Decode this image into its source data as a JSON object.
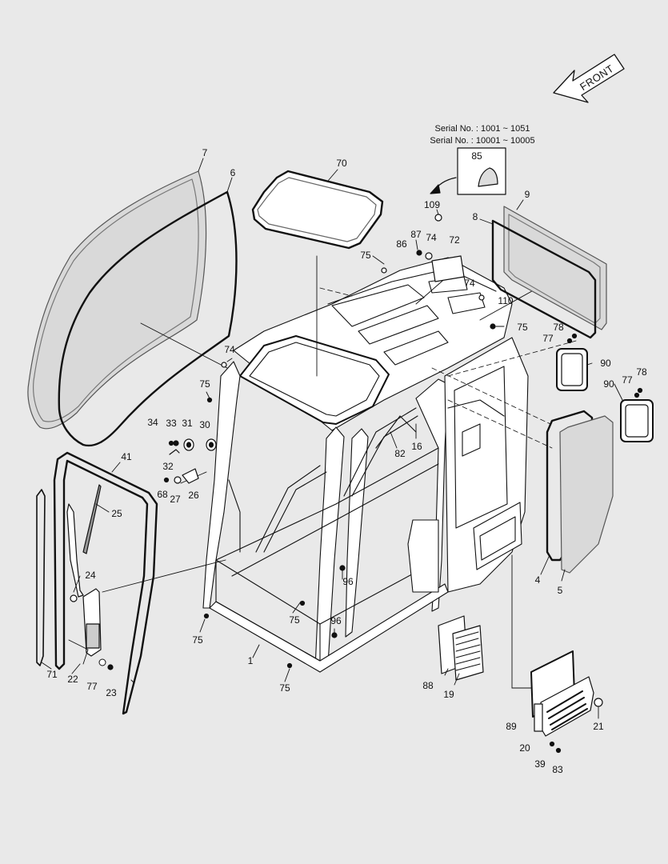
{
  "front_arrow": {
    "label": "FRONT"
  },
  "serial_note": {
    "line1": "Serial No. : 1001 ~ 1051",
    "line2": "Serial No. : 10001 ~ 10005"
  },
  "callouts": [
    {
      "id": "c-7",
      "label": "7"
    },
    {
      "id": "c-6",
      "label": "6"
    },
    {
      "id": "c-70",
      "label": "70"
    },
    {
      "id": "c-85",
      "label": "85"
    },
    {
      "id": "c-9",
      "label": "9"
    },
    {
      "id": "c-8",
      "label": "8"
    },
    {
      "id": "c-109",
      "label": "109"
    },
    {
      "id": "c-87",
      "label": "87"
    },
    {
      "id": "c-74a",
      "label": "74"
    },
    {
      "id": "c-72",
      "label": "72"
    },
    {
      "id": "c-86",
      "label": "86"
    },
    {
      "id": "c-75a",
      "label": "75"
    },
    {
      "id": "c-74b",
      "label": "74"
    },
    {
      "id": "c-110",
      "label": "110"
    },
    {
      "id": "c-75b",
      "label": "75"
    },
    {
      "id": "c-78a",
      "label": "78"
    },
    {
      "id": "c-77a",
      "label": "77"
    },
    {
      "id": "c-74c",
      "label": "74"
    },
    {
      "id": "c-90a",
      "label": "90"
    },
    {
      "id": "c-75c",
      "label": "75"
    },
    {
      "id": "c-90b",
      "label": "90"
    },
    {
      "id": "c-77b",
      "label": "77"
    },
    {
      "id": "c-78b",
      "label": "78"
    },
    {
      "id": "c-34",
      "label": "34"
    },
    {
      "id": "c-33",
      "label": "33"
    },
    {
      "id": "c-31",
      "label": "31"
    },
    {
      "id": "c-30",
      "label": "30"
    },
    {
      "id": "c-16",
      "label": "16"
    },
    {
      "id": "c-82",
      "label": "82"
    },
    {
      "id": "c-32",
      "label": "32"
    },
    {
      "id": "c-41",
      "label": "41"
    },
    {
      "id": "c-68",
      "label": "68"
    },
    {
      "id": "c-27",
      "label": "27"
    },
    {
      "id": "c-26",
      "label": "26"
    },
    {
      "id": "c-25",
      "label": "25"
    },
    {
      "id": "c-4",
      "label": "4"
    },
    {
      "id": "c-5",
      "label": "5"
    },
    {
      "id": "c-96a",
      "label": "96"
    },
    {
      "id": "c-24",
      "label": "24"
    },
    {
      "id": "c-75d",
      "label": "75"
    },
    {
      "id": "c-96b",
      "label": "96"
    },
    {
      "id": "c-75e",
      "label": "75"
    },
    {
      "id": "c-1",
      "label": "1"
    },
    {
      "id": "c-71",
      "label": "71"
    },
    {
      "id": "c-22",
      "label": "22"
    },
    {
      "id": "c-77c",
      "label": "77"
    },
    {
      "id": "c-23",
      "label": "23"
    },
    {
      "id": "c-75f",
      "label": "75"
    },
    {
      "id": "c-88",
      "label": "88"
    },
    {
      "id": "c-19",
      "label": "19"
    },
    {
      "id": "c-89",
      "label": "89"
    },
    {
      "id": "c-21",
      "label": "21"
    },
    {
      "id": "c-20",
      "label": "20"
    },
    {
      "id": "c-39",
      "label": "39"
    },
    {
      "id": "c-83",
      "label": "83"
    }
  ]
}
